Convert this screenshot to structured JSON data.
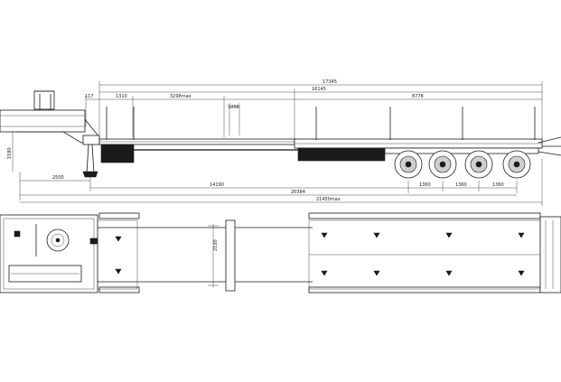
{
  "dimensions": {
    "overall_length_top": "17345",
    "upper_deck_length": "16145",
    "front_overhang": "117",
    "gooseneck_to_first": "1310",
    "deck_section_max": "3298max",
    "stake_gap": "1006",
    "rear_section": "8778",
    "height_left": "1580",
    "kingpin_offset": "2500",
    "kingpin_to_axles": "14190",
    "wheelbase_total": "20384",
    "overall_length_max": "21450max",
    "axle_spacing_1": "1360",
    "axle_spacing_2": "1360",
    "axle_spacing_3": "1360",
    "deck_width": "2530"
  }
}
